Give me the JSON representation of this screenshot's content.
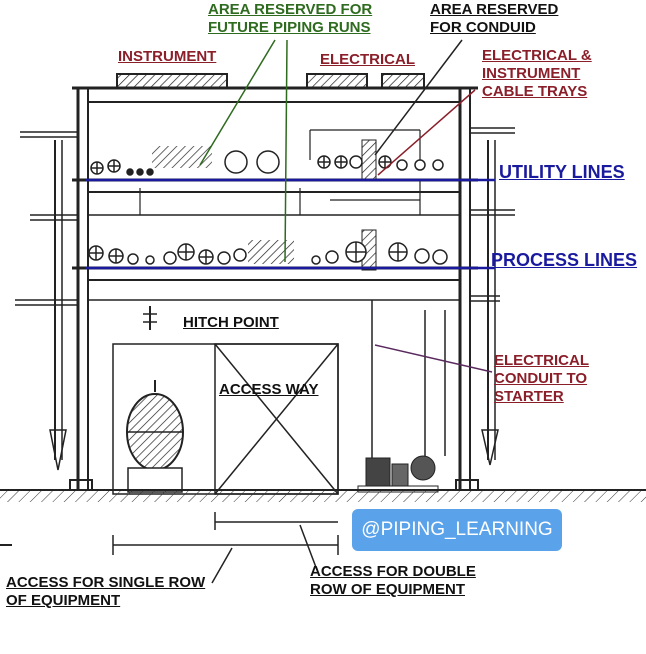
{
  "labels": {
    "area_future_piping": [
      "AREA RESERVED FOR",
      "FUTURE PIPING RUNS"
    ],
    "area_conduit": [
      "AREA RESERVED",
      "FOR CONDUID"
    ],
    "instrument": "INSTRUMENT",
    "electrical": "ELECTRICAL",
    "cable_trays": [
      "ELECTRICAL &",
      "INSTRUMENT",
      "CABLE TRAYS"
    ],
    "utility_lines": "UTILITY LINES",
    "process_lines": "PROCESS LINES",
    "hitch_point": "HITCH POINT",
    "access_way": "ACCESS WAY",
    "electrical_conduit": [
      "ELECTRICAL",
      "CONDUIT TO",
      "STARTER"
    ],
    "access_single": [
      "ACCESS FOR SINGLE ROW",
      "OF EQUIPMENT"
    ],
    "access_double": [
      "ACCESS FOR DOUBLE",
      "ROW OF EQUIPMENT"
    ]
  },
  "watermark": "@PIPING_LEARNING",
  "colors": {
    "green_label": "#2e6b1f",
    "maroon_label": "#8a1f2a",
    "blue_label": "#1a1a9e",
    "utility_line": "#1a1a9e",
    "process_line": "#1a1a9e",
    "badge_bg": "#5aa2ea"
  }
}
